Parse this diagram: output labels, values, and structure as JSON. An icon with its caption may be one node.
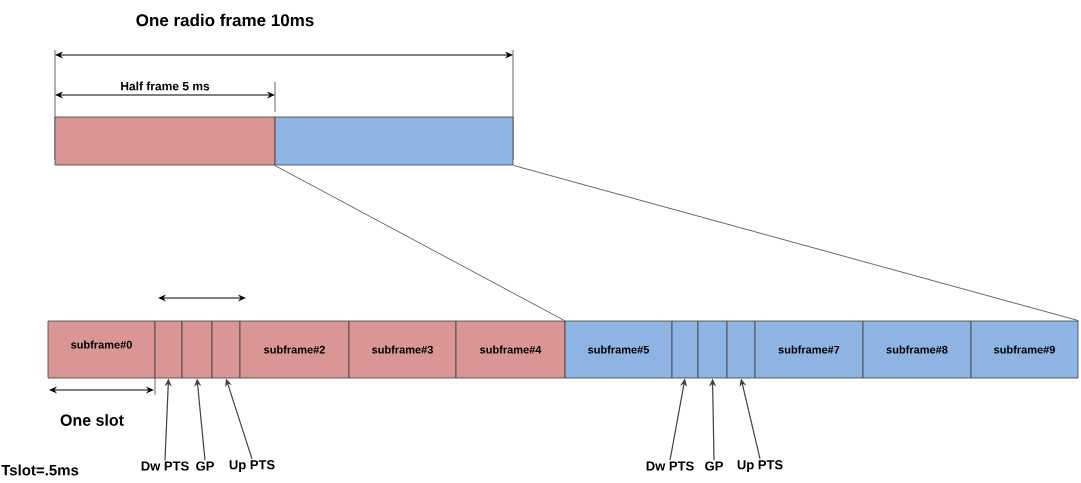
{
  "diagram": {
    "nodes": [
      {
        "text": [],
        "shape": "box"
      },
      {
        "text": [],
        "shape": "box"
      },
      {
        "text": [
          "subframe#0"
        ]
      },
      {
        "text": [],
        "shape": "box"
      },
      {
        "text": [],
        "shape": "box"
      },
      {
        "text": [],
        "shape": "box"
      },
      {
        "text": [
          "subframe#2"
        ]
      },
      {
        "text": [
          "subframe#3"
        ]
      },
      {
        "text": [
          "subframe#4"
        ]
      },
      {
        "text": [
          "subframe#5"
        ]
      },
      {
        "text": [],
        "shape": "box"
      },
      {
        "text": [],
        "shape": "box"
      },
      {
        "text": [],
        "shape": "box"
      },
      {
        "text": [
          "subframe#7"
        ]
      },
      {
        "text": [
          "subframe#8"
        ]
      },
      {
        "text": [
          "subframe#9"
        ]
      },
      {
        "text": [
          "Dw PTS"
        ]
      },
      {
        "text": [
          "GP"
        ]
      },
      {
        "text": [
          "Up PTS"
        ]
      },
      {
        "text": [
          "Dw PTS"
        ]
      },
      {
        "text": [
          "GP"
        ]
      },
      {
        "text": [
          "Up PTS"
        ]
      }
    ],
    "edges": [
      {
        "from": 1,
        "to": 9,
        "arrow": "none"
      },
      {
        "from": 1,
        "to": 15,
        "arrow": "none"
      },
      {
        "from": 16,
        "to": 3,
        "arrow": "to"
      },
      {
        "from": 17,
        "to": 4,
        "arrow": "to"
      },
      {
        "from": 18,
        "to": 5,
        "arrow": "to"
      },
      {
        "from": 19,
        "to": 10,
        "arrow": "to"
      },
      {
        "from": 20,
        "to": 11,
        "arrow": "to"
      },
      {
        "from": 21,
        "to": 12,
        "arrow": "to"
      }
    ],
    "labels": [
      "One radio frame 10ms",
      "Half frame 5 ms",
      "One slot",
      "Tslot=.5ms"
    ]
  }
}
